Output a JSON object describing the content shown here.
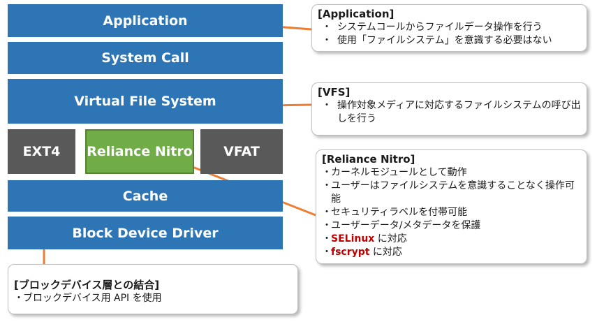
{
  "layers": {
    "application": "Application",
    "system_call": "System Call",
    "vfs": "Virtual File System",
    "ext4": "EXT4",
    "reliance_nitro": "Reliance Nitro",
    "vfat": "VFAT",
    "cache": "Cache",
    "block_device_driver": "Block Device Driver"
  },
  "callouts": {
    "application": {
      "title": "[Application]",
      "bullet": "・",
      "items": [
        "システムコールからファイルデータ操作を行う",
        "使用「ファイルシステム」を意識する必要はない"
      ]
    },
    "vfs": {
      "title": "[VFS]",
      "bullet": "・",
      "items": [
        "操作対象メディアに対応するファイルシステムの呼び出しを行う"
      ]
    },
    "reliance_nitro": {
      "title": "[Reliance Nitro]",
      "bullet": "・",
      "items": [
        "カーネルモジュールとして動作",
        "ユーザーはファイルシステムを意識することなく操作可能",
        "セキュリティラベルを付帯可能",
        "ユーザーデータ/メタデータを保護"
      ],
      "selinux_label": "SELinux",
      "selinux_suffix": " に対応",
      "fscrypt_label": "fscrypt",
      "fscrypt_suffix": " に対応"
    },
    "block_device": {
      "title": "[ブロックデバイス層との結合]",
      "bullet": "・",
      "items": [
        "ブロックデバイス用 API を使用"
      ]
    }
  },
  "colors": {
    "layer_blue": "#2e75b6",
    "layer_gray": "#595959",
    "layer_green": "#70ad47",
    "connector_orange": "#ed7d31",
    "highlight_red": "#c00000"
  }
}
